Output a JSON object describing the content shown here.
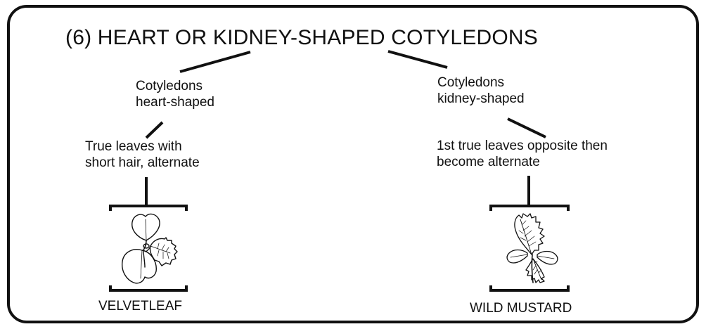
{
  "title": "(6) HEART OR KIDNEY-SHAPED COTYLEDONS",
  "left_branch": {
    "cotyledon_line1": "Cotyledons",
    "cotyledon_line2": "heart-shaped",
    "leaves_line1": "True leaves with",
    "leaves_line2": "short hair, alternate",
    "species": "VELVETLEAF"
  },
  "right_branch": {
    "cotyledon_line1": "Cotyledons",
    "cotyledon_line2": "kidney-shaped",
    "leaves_line1": "1st true leaves opposite then",
    "leaves_line2": "become alternate",
    "species": "WILD MUSTARD"
  }
}
